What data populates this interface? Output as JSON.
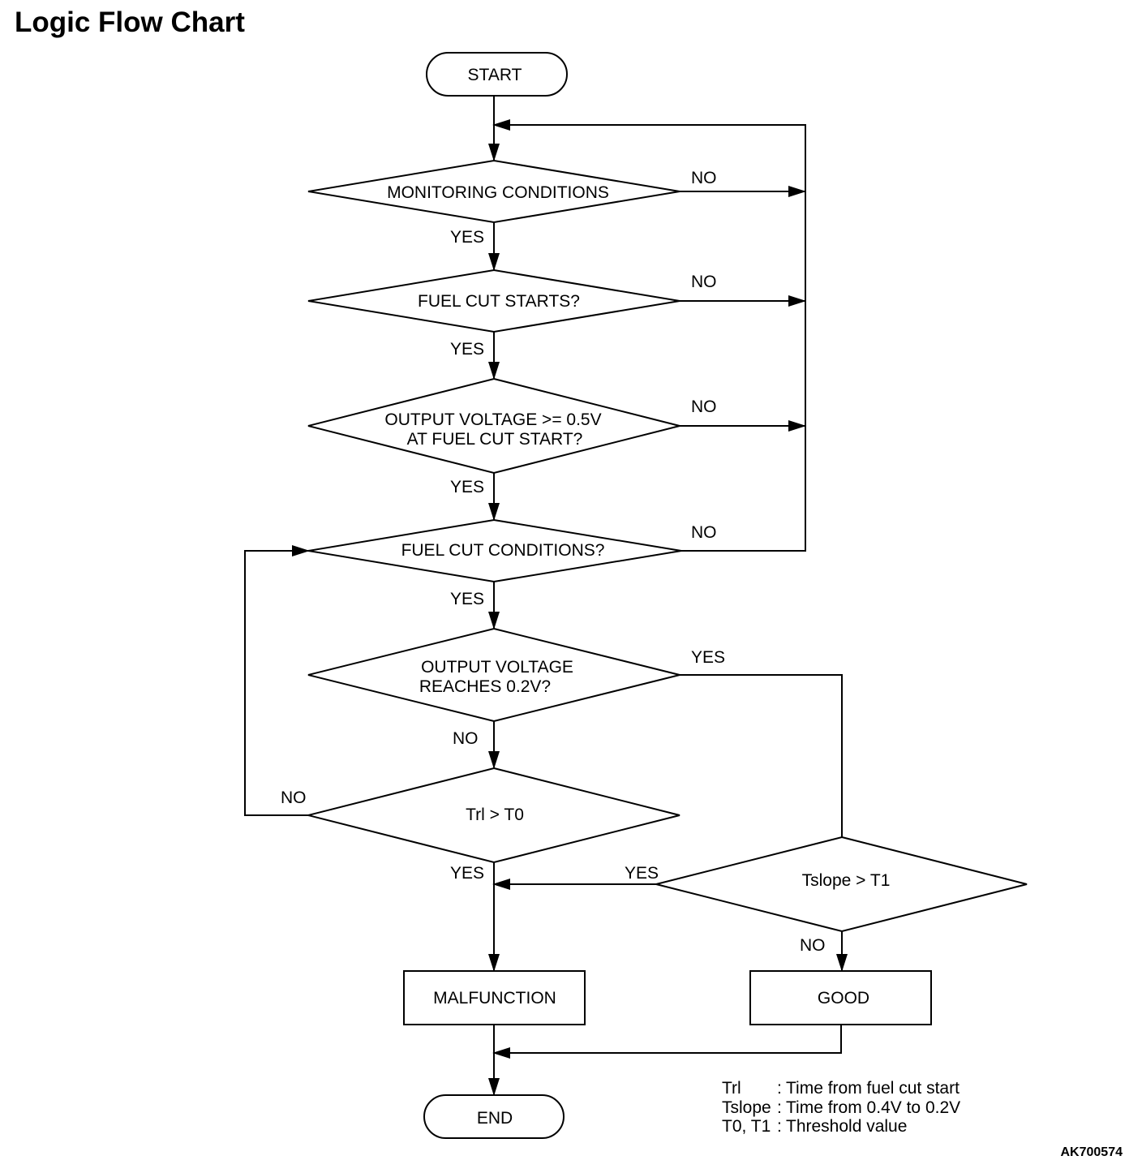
{
  "title": "Logic Flow Chart",
  "figure_id": "AK700574",
  "nodes": {
    "start": "START",
    "monitoring": "MONITORING CONDITIONS",
    "fuel_cut_starts": "FUEL CUT STARTS?",
    "output_voltage_05_line1": "OUTPUT VOLTAGE >= 0.5V",
    "output_voltage_05_line2": "AT FUEL CUT START?",
    "fuel_cut_conditions": "FUEL CUT CONDITIONS?",
    "reaches_02_line1": "OUTPUT VOLTAGE",
    "reaches_02_line2": "REACHES 0.2V?",
    "trl_t0": "Trl > T0",
    "tslope_t1": "Tslope > T1",
    "malfunction": "MALFUNCTION",
    "good": "GOOD",
    "end": "END"
  },
  "labels": {
    "yes": "YES",
    "no": "NO"
  },
  "legend": [
    {
      "term": "Trl",
      "sep": ":",
      "desc": "Time from fuel cut start"
    },
    {
      "term": "Tslope",
      "sep": ":",
      "desc": "Time from 0.4V to 0.2V"
    },
    {
      "term": "T0, T1",
      "sep": ":",
      "desc": "Threshold value"
    }
  ]
}
